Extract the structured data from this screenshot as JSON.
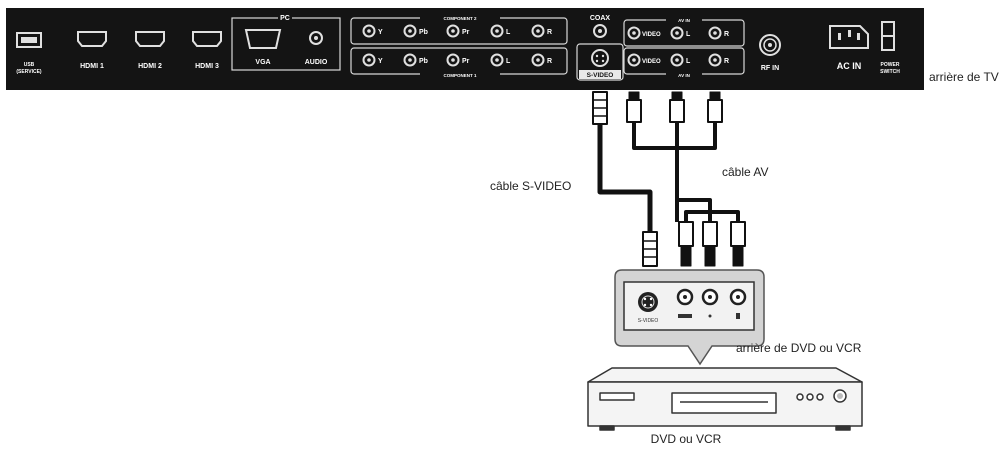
{
  "colors": {
    "panel": "#141414",
    "panel_line": "#d8d8d8",
    "cable": "#111111",
    "bubble": "#d4d4d4",
    "device_line": "#333333",
    "device_fill": "#f4f4f4"
  },
  "tv_panel": {
    "usb": {
      "label_1": "USB",
      "label_2": "(SERVICE)"
    },
    "hdmi": [
      "HDMI 1",
      "HDMI 2",
      "HDMI 3"
    ],
    "pc": {
      "title": "PC",
      "vga": "VGA",
      "audio": "AUDIO"
    },
    "component_2": {
      "title": "COMPONENT 2",
      "jacks": [
        "Y",
        "Pb",
        "Pr",
        "L",
        "R"
      ]
    },
    "component_1": {
      "title": "COMPONENT 1",
      "jacks": [
        "Y",
        "Pb",
        "Pr",
        "L",
        "R"
      ]
    },
    "coax": "COAX",
    "svideo": "S-VIDEO",
    "av_top": {
      "title": "AV IN",
      "jacks": [
        "VIDEO",
        "L",
        "R"
      ]
    },
    "av_bottom": {
      "title": "AV IN",
      "jacks": [
        "VIDEO",
        "L",
        "R"
      ]
    },
    "rf_in": "RF IN",
    "ac_in": "AC IN",
    "power_switch": {
      "line_1": "POWER",
      "line_2": "SWITCH"
    }
  },
  "labels": {
    "tv_back": "arrière de TV",
    "svideo_cable": "câble S-VIDEO",
    "av_cable": "câble AV",
    "device_back": "arrière de DVD ou VCR",
    "device": "DVD ou VCR"
  },
  "device_panel": {
    "svideo_label": "S-VIDEO"
  }
}
